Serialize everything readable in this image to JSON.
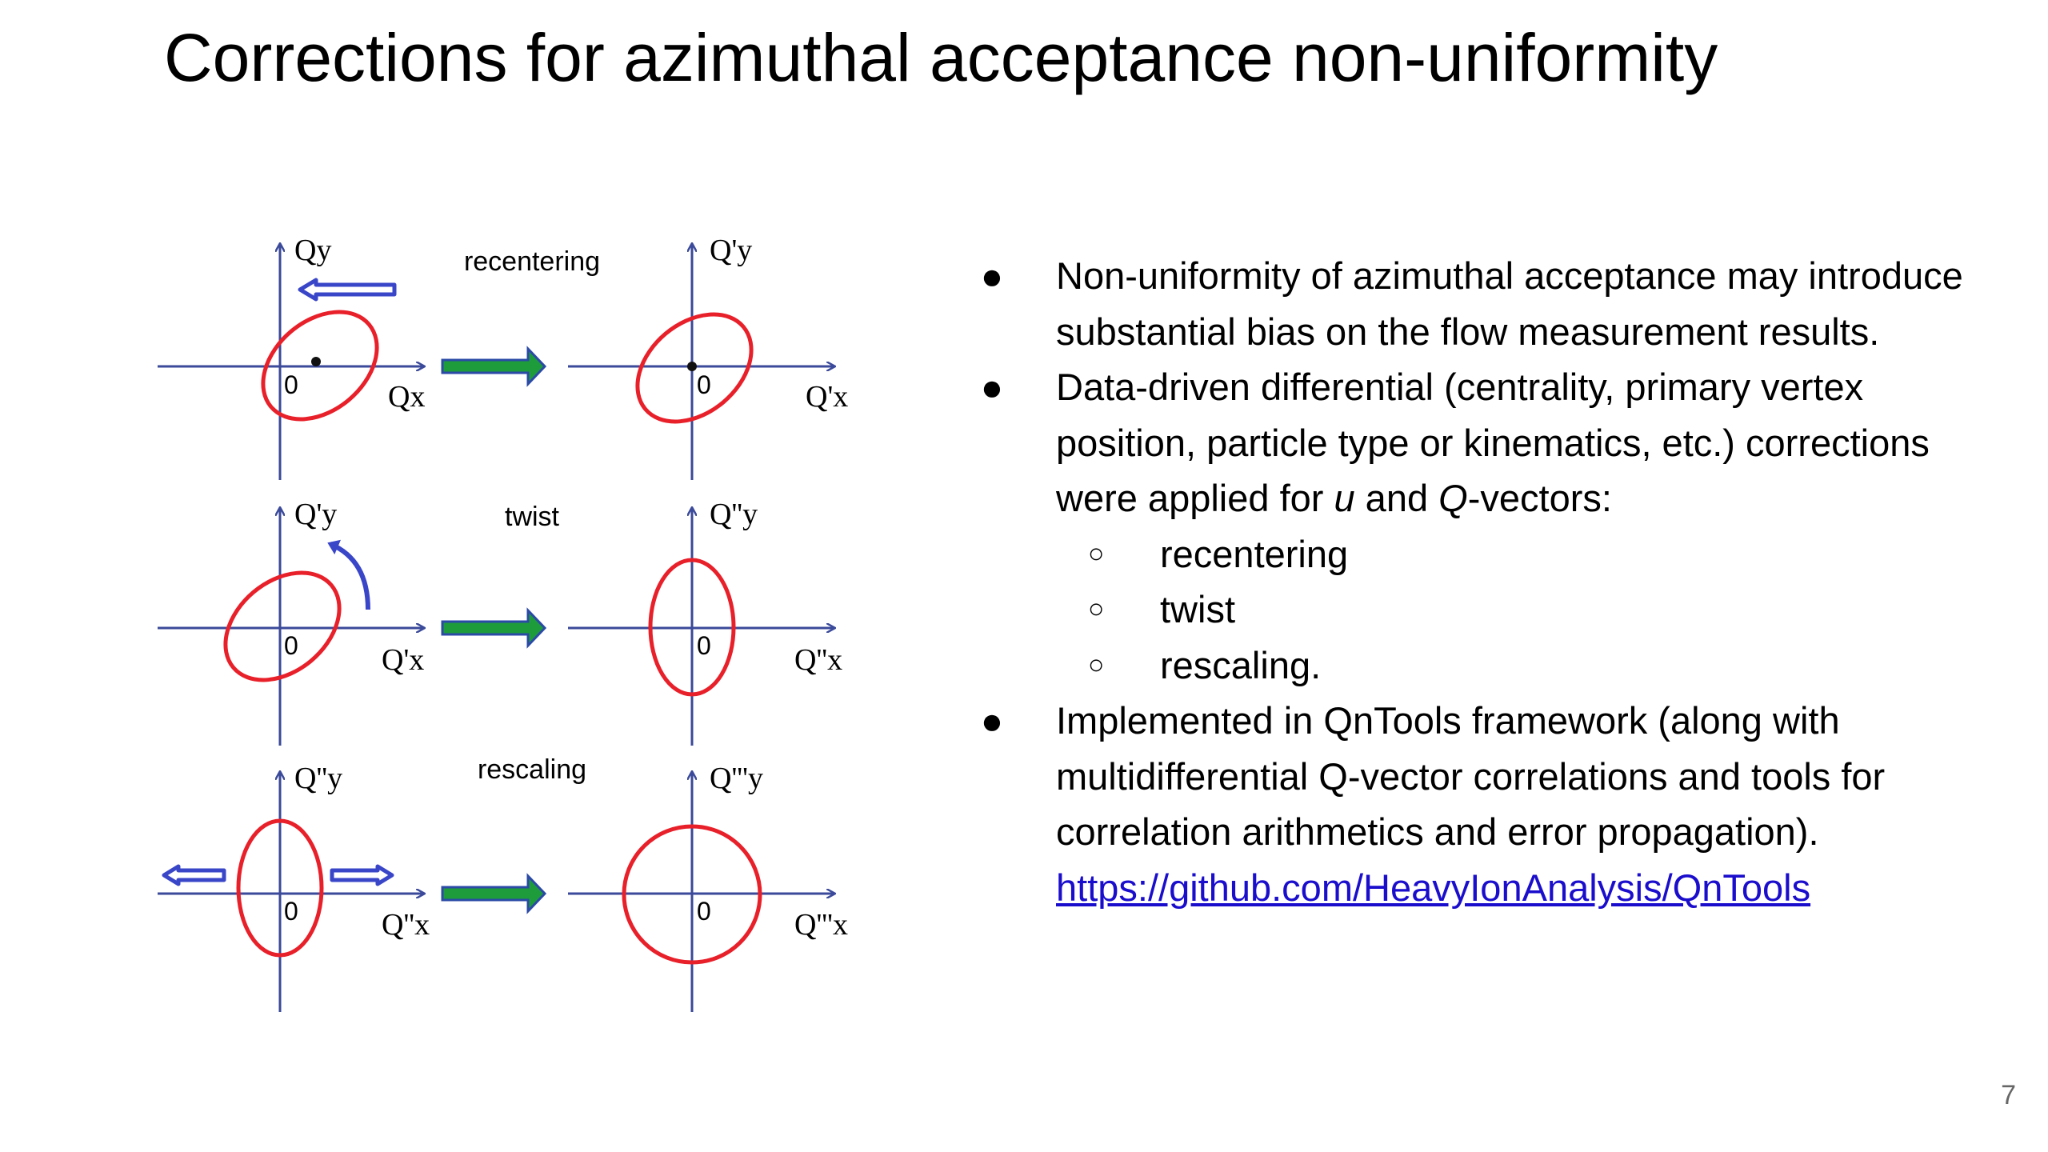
{
  "slide": {
    "title": "Corrections for azimuthal acceptance non-uniformity",
    "page_number": "7"
  },
  "figure": {
    "steps": [
      "recentering",
      "twist",
      "rescaling"
    ],
    "origin_label": "0",
    "axis_labels": {
      "row1_left": {
        "x": "Qx",
        "y": "Qy"
      },
      "row1_right": {
        "x": "Q'x",
        "y": "Q'y"
      },
      "row2_left": {
        "x": "Q'x",
        "y": "Q'y"
      },
      "row2_right": {
        "x": "Q''x",
        "y": "Q''y"
      },
      "row3_left": {
        "x": "Q''x",
        "y": "Q''y"
      },
      "row3_right": {
        "x": "Q'''x",
        "y": "Q'''y"
      }
    },
    "colors": {
      "ellipse": "#e8202a",
      "step_arrow": "#1e9c3c",
      "step_arrow_outline": "#2b4aa6",
      "hint_arrow": "#3a46c8"
    }
  },
  "bullets": {
    "b1": "Non-uniformity of azimuthal acceptance may introduce substantial bias on the flow measurement results.",
    "b2_pre": "Data-driven differential (centrality, primary vertex position, particle type or kinematics, etc.) corrections were applied for ",
    "b2_u": "u",
    "b2_mid": " and ",
    "b2_q": "Q",
    "b2_post": "-vectors:",
    "sub_items": [
      "recentering",
      "twist",
      "rescaling."
    ],
    "b3": "Implemented in QnTools framework (along with multidifferential Q-vector correlations and tools for correlation arithmetics and error propagation).",
    "link": "https://github.com/HeavyIonAnalysis/QnTools",
    "bullet_marker": "●",
    "sub_marker": "○"
  }
}
